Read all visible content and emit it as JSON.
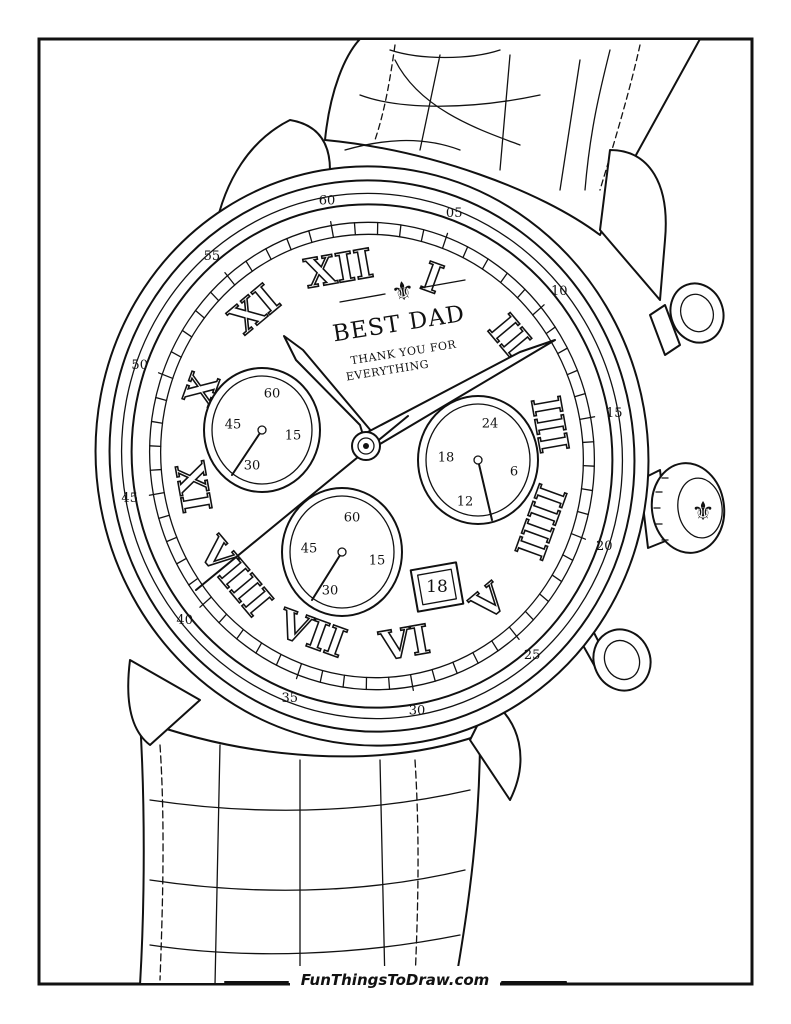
{
  "dial": {
    "title": "BEST DAD",
    "subtitle_line1": "THANK YOU FOR",
    "subtitle_line2": "EVERYTHING",
    "date": "18",
    "hour_numerals": [
      {
        "text": "XII",
        "hour": 12
      },
      {
        "text": "I",
        "hour": 1
      },
      {
        "text": "II",
        "hour": 2
      },
      {
        "text": "III",
        "hour": 3
      },
      {
        "text": "IIII",
        "hour": 4
      },
      {
        "text": "V",
        "hour": 5
      },
      {
        "text": "VI",
        "hour": 6
      },
      {
        "text": "VII",
        "hour": 7
      },
      {
        "text": "VIII",
        "hour": 8
      },
      {
        "text": "IX",
        "hour": 9
      },
      {
        "text": "X",
        "hour": 10
      },
      {
        "text": "XI",
        "hour": 11
      }
    ],
    "minute_markers": [
      {
        "text": "60",
        "minute": 0
      },
      {
        "text": "05",
        "minute": 5
      },
      {
        "text": "10",
        "minute": 10
      },
      {
        "text": "15",
        "minute": 15
      },
      {
        "text": "20",
        "minute": 20
      },
      {
        "text": "25",
        "minute": 25
      },
      {
        "text": "30",
        "minute": 30
      },
      {
        "text": "35",
        "minute": 35
      },
      {
        "text": "40",
        "minute": 40
      },
      {
        "text": "45",
        "minute": 45
      },
      {
        "text": "50",
        "minute": 50
      },
      {
        "text": "55",
        "minute": 55
      }
    ],
    "subdials": {
      "left": {
        "top": "60",
        "right": "15",
        "bottom": "30",
        "left": "45"
      },
      "right": {
        "top": "24",
        "right": "6",
        "bottom": "12",
        "left": "18"
      },
      "bottom": {
        "top": "60",
        "right": "15",
        "bottom": "30",
        "left": "45"
      }
    }
  },
  "footer": {
    "logo": "FunThingsToDraw.com"
  },
  "icons": {
    "crown": "fleur-de-lis-icon",
    "dial_emblem": "fleur-de-lis-icon"
  }
}
